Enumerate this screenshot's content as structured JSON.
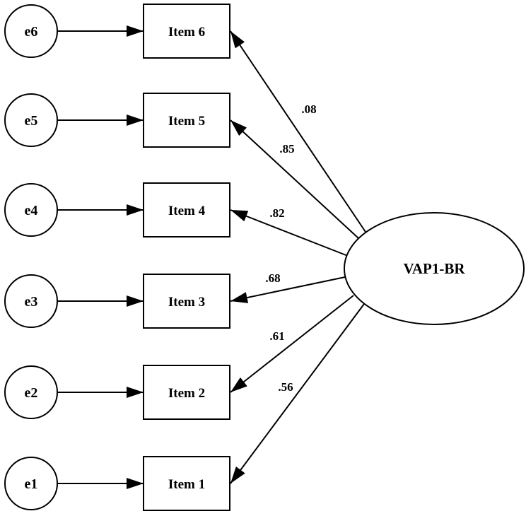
{
  "latent": {
    "label": "VAP1-BR"
  },
  "items": [
    {
      "label": "Item 6",
      "error": "e6",
      "loading": ".08"
    },
    {
      "label": "Item 5",
      "error": "e5",
      "loading": ".85"
    },
    {
      "label": "Item 4",
      "error": "e4",
      "loading": ".82"
    },
    {
      "label": "Item 3",
      "error": "e3",
      "loading": ".68"
    },
    {
      "label": "Item 2",
      "error": "e2",
      "loading": ".61"
    },
    {
      "label": "Item 1",
      "error": "e1",
      "loading": ".56"
    }
  ]
}
